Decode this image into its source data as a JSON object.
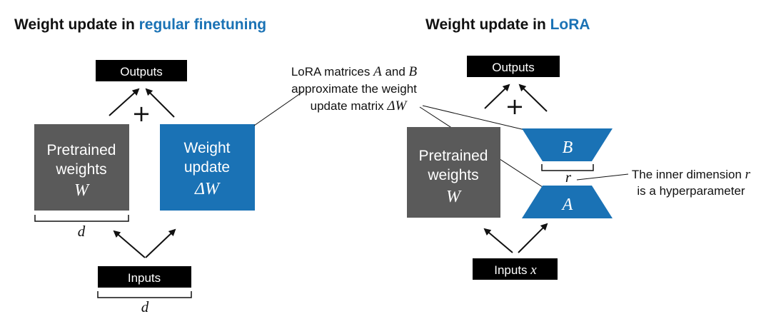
{
  "left_panel": {
    "title_prefix": "Weight update in ",
    "title_accent": "regular finetuning",
    "outputs_label": "Outputs",
    "plus": "+",
    "pretrained_line1": "Pretrained",
    "pretrained_line2": "weights",
    "pretrained_symbol": "W",
    "update_line1": "Weight",
    "update_line2": "update",
    "update_symbol": "ΔW",
    "dim_label": "d",
    "inputs_label": "Inputs",
    "inputs_dim_label": "d"
  },
  "right_panel": {
    "title_prefix": "Weight update in ",
    "title_accent": "LoRA",
    "outputs_label": "Outputs",
    "plus": "+",
    "pretrained_line1": "Pretrained",
    "pretrained_line2": "weights",
    "pretrained_symbol": "W",
    "matrix_b": "B",
    "matrix_a": "A",
    "rank_label": "r",
    "inputs_label": "Inputs",
    "inputs_symbol": "x"
  },
  "annotations": {
    "lora_note_line1_text": "LoRA matrices ",
    "lora_note_line1_a": "A",
    "lora_note_line1_and": " and ",
    "lora_note_line1_b": "B",
    "lora_note_line2": "approximate the weight",
    "lora_note_line3_text": "update matrix ",
    "lora_note_line3_symbol": "ΔW",
    "rank_note_line1_text": "The inner dimension ",
    "rank_note_line1_symbol": "r",
    "rank_note_line2": "is a hyperparameter"
  },
  "colors": {
    "accent_blue": "#1a72b5",
    "pretrained_gray": "#5a5a5a",
    "label_black": "#000000"
  }
}
